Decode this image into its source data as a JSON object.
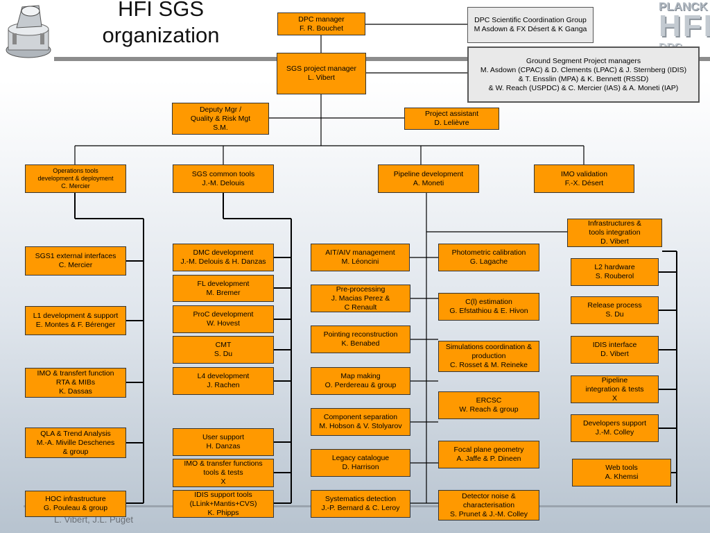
{
  "title": {
    "line1": "HFI SGS",
    "line2": "organization"
  },
  "footer": "L. Vibert, J.L. Puget",
  "logo": {
    "line1": "PLANCK",
    "line2": "HFI",
    "line3": "DPC"
  },
  "colors": {
    "box_fill": "#ff9900",
    "gray_fill": "#e9e9e9",
    "line": "#000000"
  },
  "boxes": {
    "dpc_manager": "DPC manager\nF. R. Bouchet",
    "dpc_coordination": "DPC Scientific Coordination Group\nM Asdown & FX Désert  & K Ganga",
    "gs_managers": "Ground Segment Project managers\nM. Asdown (CPAC) & D. Clements (LPAC) & J. Sternberg (IDIS)\n& T. Ensslin (MPA)  &  K. Bennett (RSSD)\n& W. Reach (USPDC) & C. Mercier (IAS) & A. Moneti (IAP)",
    "sgs_pm": "SGS project manager\nL. Vibert",
    "deputy": "Deputy Mgr /\nQuality & Risk Mgt\nS.M.",
    "assistant": "Project assistant\nD. Lelièvre",
    "ops_tools": "Operations tools\ndevelopment & deployment\nC. Mercier",
    "common_tools": "SGS common tools\nJ.-M. Delouis",
    "pipeline": "Pipeline development\nA. Moneti",
    "imo_validation": "IMO validation\nF.-X. Désert",
    "infra": "Infrastructures &\ntools integration\nD. Vibert",
    "sgs1": "SGS1 external interfaces\nC. Mercier",
    "l1": "L1 development & support\nE. Montes & F. Bérenger",
    "imo_transfert": "IMO & transfert function\nRTA & MIBs\nK. Dassas",
    "qla": "QLA & Trend Analysis\nM.-A. Miville Deschenes\n& group",
    "hoc": "HOC infrastructure\nG. Pouleau & group",
    "dmc": "DMC development\nJ.-M. Delouis & H. Danzas",
    "fl": "FL development\nM. Bremer",
    "proc": "ProC development\nW. Hovest",
    "cmt": "CMT\nS. Du",
    "l4": "L4 development\nJ. Rachen",
    "user_support": "User support\nH. Danzas",
    "imo_transfer_tools": "IMO & transfer functions\ntools & tests\nX",
    "idis_support": "IDIS support tools\n(LLink+Mantis+CVS)\nK. Phipps",
    "ait": "AIT/AIV management\nM. Léoncini",
    "preproc": "Pre-processing\nJ. Macias Perez &\nC Renault",
    "pointing": "Pointing reconstruction\nK. Benabed",
    "mapmaking": "Map making\nO. Perdereau & group",
    "compsep": "Component separation\nM. Hobson & V. Stolyarov",
    "legacy": "Legacy catalogue\nD. Harrison",
    "systematics": "Systematics detection\nJ.-P. Bernard & C. Leroy",
    "photometric": "Photometric calibration\nG. Lagache",
    "cl": "C(l) estimation\nG. Efstathiou & E. Hivon",
    "simulations": "Simulations coordination &\nproduction\nC. Rosset & M. Reineke",
    "ercsc": "ERCSC\nW. Reach & group",
    "focal": "Focal plane geometry\nA. Jaffe & P. Dineen",
    "detector": "Detector noise &\ncharacterisation\nS. Prunet & J.-M. Colley",
    "l2hw": "L2 hardware\nS. Rouberol",
    "release": "Release process\nS. Du",
    "idis_interface": "IDIS interface\nD. Vibert",
    "pipe_integration": "Pipeline\nintegration & tests\nX",
    "dev_support": "Developers support\nJ.-M. Colley",
    "webtools": "Web tools\nA. Khemsi"
  }
}
